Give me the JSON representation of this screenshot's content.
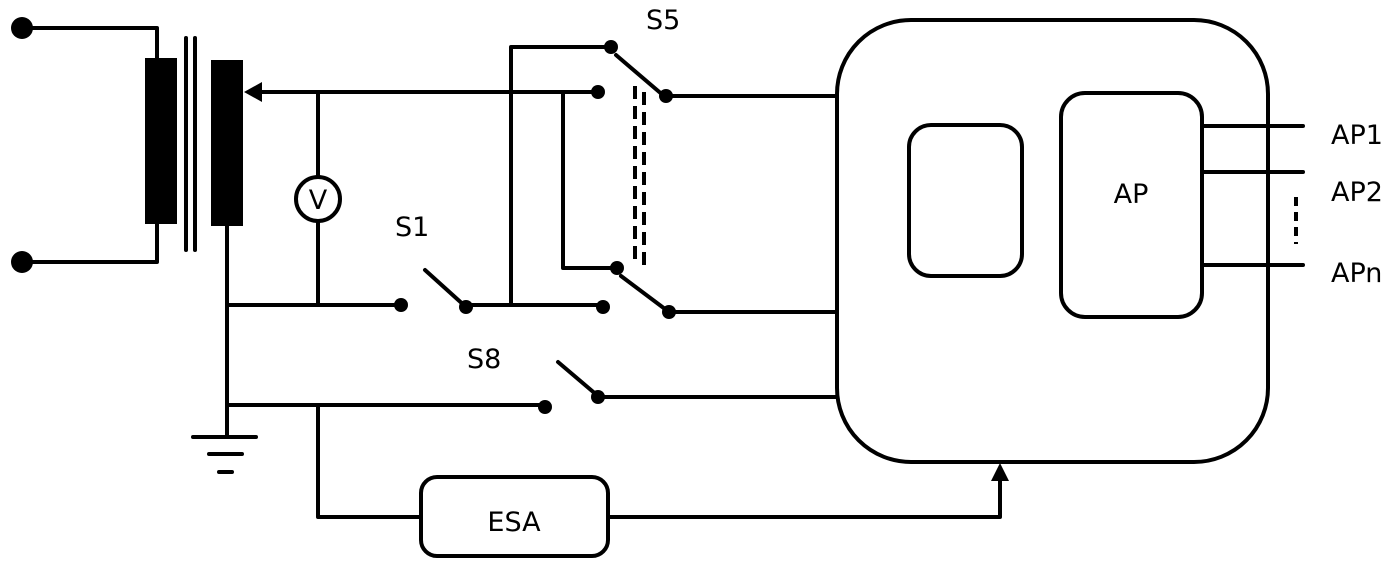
{
  "labels": {
    "voltmeter": "V",
    "switch_s1": "S1",
    "switch_s5": "S5",
    "switch_s8": "S8",
    "applied_part": "AP",
    "ap1": "AP1",
    "ap2": "AP2",
    "apn": "APn",
    "esa": "ESA"
  }
}
